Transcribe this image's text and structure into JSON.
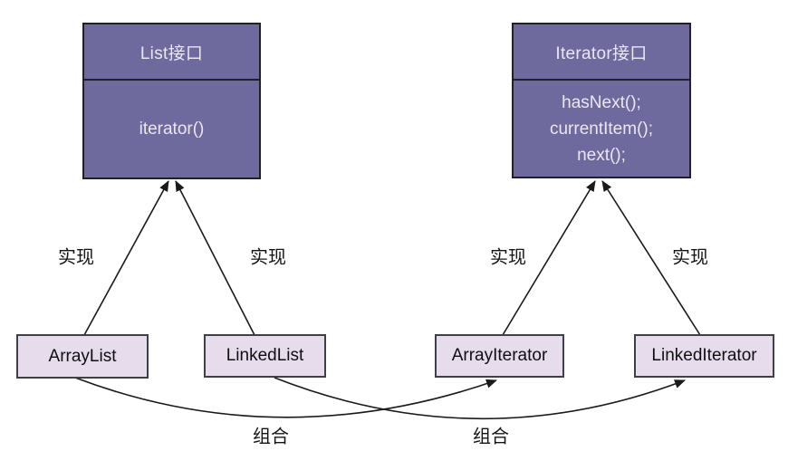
{
  "diagram": {
    "colors": {
      "interface_fill": "#6f6a9d",
      "interface_border": "#20202c",
      "interface_text": "#ece6f4",
      "class_fill": "#e6dcec",
      "class_border": "#3f3f46",
      "class_text": "#0f0f12",
      "edge_line": "#1a1a1a",
      "background": "#ffffff"
    },
    "interfaces": [
      {
        "title": "List接口",
        "methods": [
          "iterator()"
        ]
      },
      {
        "title": "Iterator接口",
        "methods": [
          "hasNext();",
          "currentItem();",
          "next();"
        ]
      }
    ],
    "classes": [
      {
        "label": "ArrayList"
      },
      {
        "label": "LinkedList"
      },
      {
        "label": "ArrayIterator"
      },
      {
        "label": "LinkedIterator"
      }
    ],
    "labels": {
      "realize": "实现",
      "compose": "组合"
    }
  }
}
